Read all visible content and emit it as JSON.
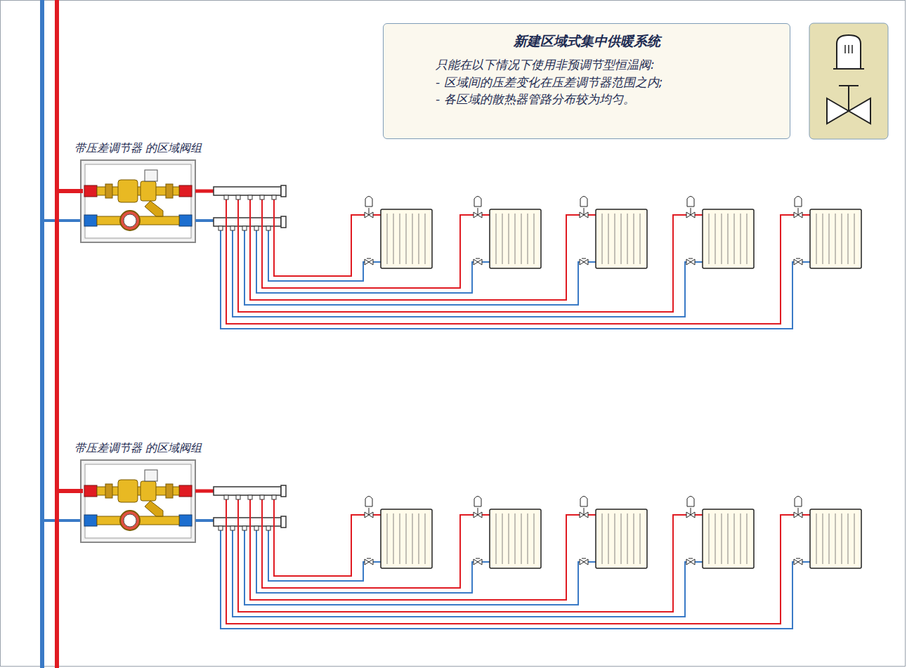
{
  "diagram": {
    "nodes": [
      {
        "text": [
          "新建区域式集中供暖系统",
          "只能在以下情况下使用非预调节型恒温阀:",
          "- 区域间的压差变化在压差调节器范围之内;",
          "- 各区域的散热器管路分布较为均匀。"
        ]
      },
      {
        "text": [
          "带压差调节器 的区域阀组"
        ]
      },
      {
        "text": [
          "带压差调节器 的区域阀组"
        ]
      }
    ]
  }
}
